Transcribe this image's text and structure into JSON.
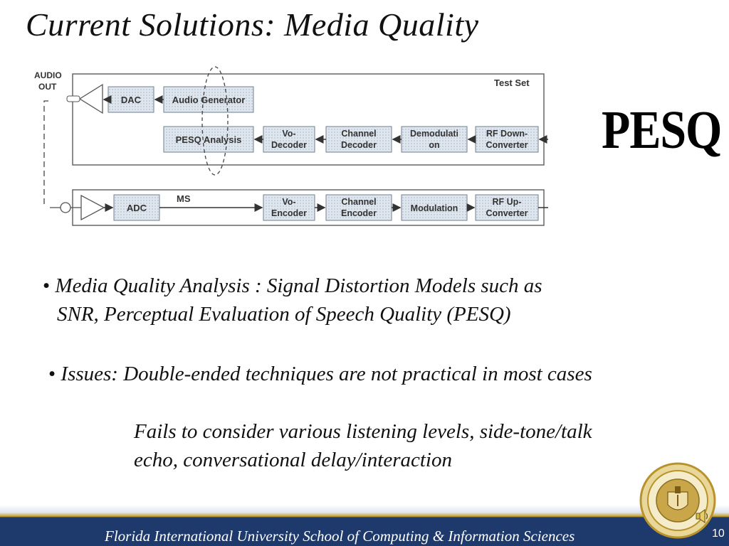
{
  "title": "Current Solutions: Media Quality",
  "diagram": {
    "audio_out_1": "AUDIO",
    "audio_out_2": "OUT",
    "test_set": "Test Set",
    "ms": "MS",
    "dac": "DAC",
    "adc": "ADC",
    "audio_generator": "Audio Generator",
    "pesq_analysis": "PESQ Analysis",
    "vo_decoder_1": "Vo-",
    "vo_decoder_2": "Decoder",
    "channel_decoder_1": "Channel",
    "channel_decoder_2": "Decoder",
    "demodulation_1": "Demodulati",
    "demodulation_2": "on",
    "rf_down_1": "RF Down-",
    "rf_down_2": "Converter",
    "vo_encoder_1": "Vo-",
    "vo_encoder_2": "Encoder",
    "channel_encoder_1": "Channel",
    "channel_encoder_2": "Encoder",
    "modulation": "Modulation",
    "rf_up_1": "RF Up-",
    "rf_up_2": "Converter"
  },
  "pesq_logo": "PESQ",
  "bullets": {
    "b1_line1": "Media Quality Analysis : Signal Distortion Models such as",
    "b1_line2": "SNR, Perceptual Evaluation of Speech Quality (PESQ)",
    "b2": "Issues: Double-ended techniques are not practical in most cases",
    "b3_line1": "Fails to consider various listening levels, side-tone/talk",
    "b3_line2": "echo, conversational delay/interaction"
  },
  "footer": "Florida International University School of Computing & Information Sciences",
  "slide_number": "10",
  "colors": {
    "footer_bar": "#1e3a6c",
    "gold": "#c9a227",
    "box_fill": "#dfe6ee"
  }
}
